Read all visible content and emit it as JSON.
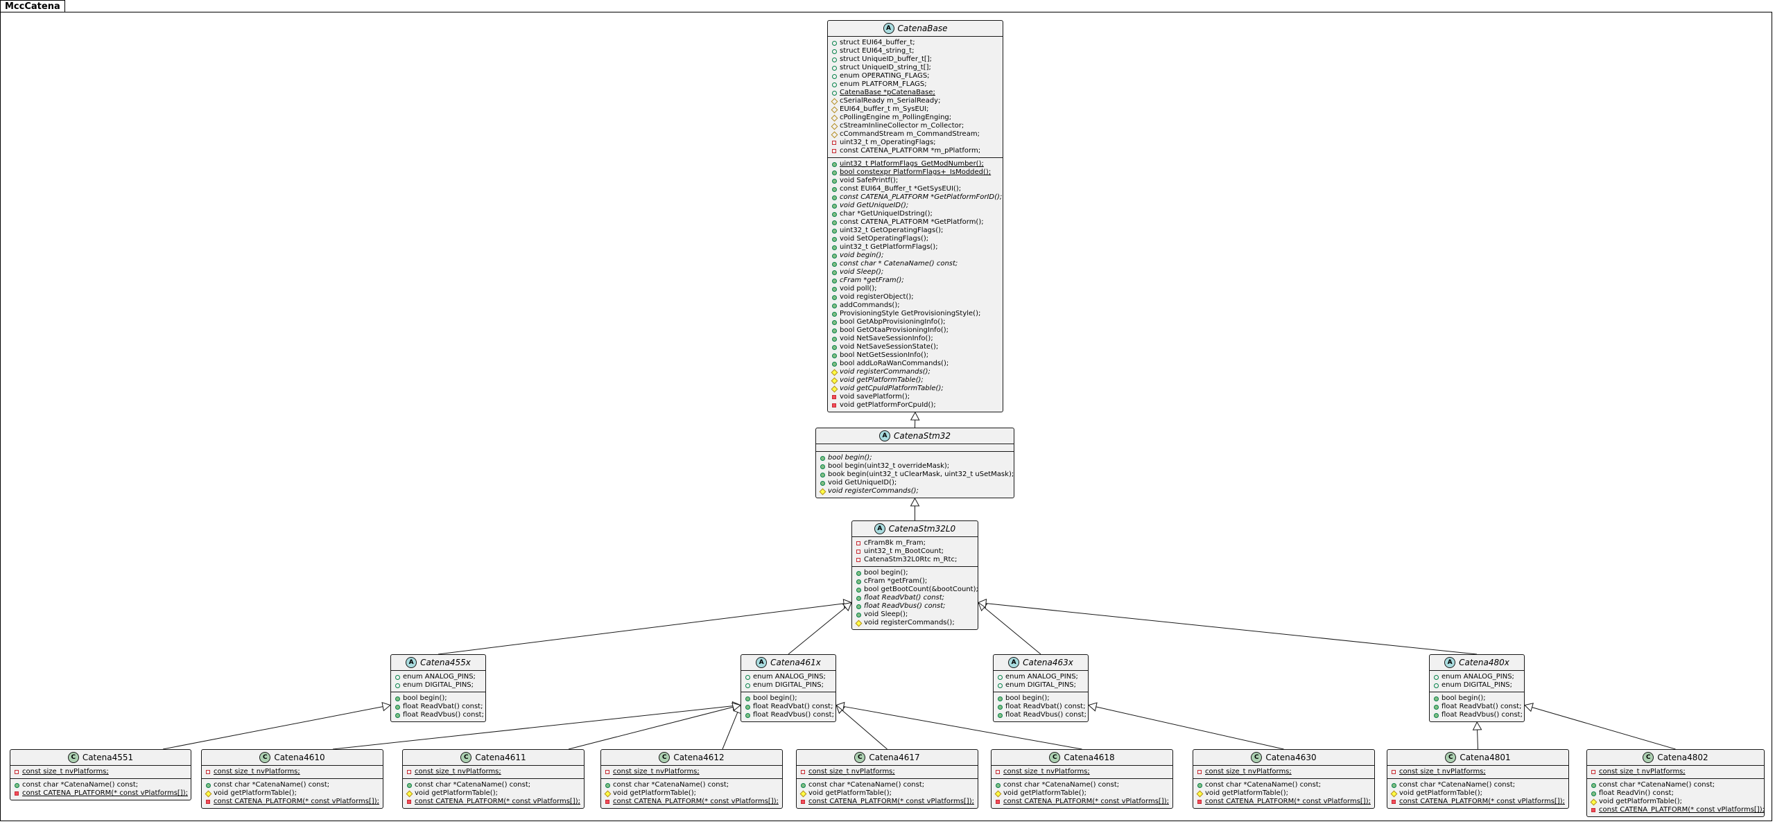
{
  "package": {
    "name": "MccCatena"
  },
  "classes": [
    {
      "id": "CatenaBase",
      "name": "CatenaBase",
      "kind": "abstract",
      "fields": [
        {
          "vis": "+",
          "text": "struct EUI64_buffer_t;"
        },
        {
          "vis": "+",
          "text": "struct EUI64_string_t;"
        },
        {
          "vis": "+",
          "text": "struct UniqueID_buffer_t[];"
        },
        {
          "vis": "+",
          "text": "struct UniqueID_string_t[];"
        },
        {
          "vis": "+",
          "text": "enum OPERATING_FLAGS;"
        },
        {
          "vis": "+",
          "text": "enum PLATFORM_FLAGS;"
        },
        {
          "vis": "+",
          "text": "CatenaBase *pCatenaBase;",
          "static": true
        },
        {
          "vis": "#",
          "text": "cSerialReady   m_SerialReady;"
        },
        {
          "vis": "#",
          "text": "EUI64_buffer_t m_SysEUI;"
        },
        {
          "vis": "#",
          "text": "cPollingEngine m_PollingEnging;"
        },
        {
          "vis": "#",
          "text": "cStreamInlineCollector m_Collector;"
        },
        {
          "vis": "#",
          "text": "cCommandStream m_CommandStream;"
        },
        {
          "vis": "-",
          "text": "uint32_t m_OperatingFlags;"
        },
        {
          "vis": "-",
          "text": "const CATENA_PLATFORM *m_pPlatform;"
        }
      ],
      "methods": [
        {
          "vis": "+",
          "text": "uint32_t PlatformFlags_GetModNumber();",
          "static": true
        },
        {
          "vis": "+",
          "text": "bool constexpr PlatformFlags+_IsModded();",
          "static": true
        },
        {
          "vis": "+",
          "text": "void SafePrintf();"
        },
        {
          "vis": "+",
          "text": "const EUI64_Buffer_t *GetSysEUI();"
        },
        {
          "vis": "+",
          "text": "const CATENA_PLATFORM *GetPlatformForID();",
          "abstract": true
        },
        {
          "vis": "+",
          "text": "void GetUniqueID();",
          "abstract": true
        },
        {
          "vis": "+",
          "text": "char *GetUniqueIDstring();"
        },
        {
          "vis": "+",
          "text": "const CATENA_PLATFORM *GetPlatform();"
        },
        {
          "vis": "+",
          "text": "uint32_t GetOperatingFlags();"
        },
        {
          "vis": "+",
          "text": "void SetOperatingFlags();"
        },
        {
          "vis": "+",
          "text": "uint32_t GetPlatformFlags();"
        },
        {
          "vis": "+",
          "text": "void begin();",
          "abstract": true
        },
        {
          "vis": "+",
          "text": "const char * CatenaName() const;",
          "abstract": true
        },
        {
          "vis": "+",
          "text": "void Sleep();",
          "abstract": true
        },
        {
          "vis": "+",
          "text": "cFram *getFram();",
          "abstract": true
        },
        {
          "vis": "+",
          "text": "void poll();"
        },
        {
          "vis": "+",
          "text": "void registerObject();"
        },
        {
          "vis": "+",
          "text": "addCommands();"
        },
        {
          "vis": "+",
          "text": "ProvisioningStyle GetProvisioningStyle();"
        },
        {
          "vis": "+",
          "text": "bool GetAbpProvisioningInfo();"
        },
        {
          "vis": "+",
          "text": "bool GetOtaaProvisioningInfo();"
        },
        {
          "vis": "+",
          "text": "void NetSaveSessionInfo();"
        },
        {
          "vis": "+",
          "text": "void NetSaveSessionState();"
        },
        {
          "vis": "+",
          "text": "bool NetGetSessionInfo();"
        },
        {
          "vis": "+",
          "text": "bool addLoRaWanCommands();"
        },
        {
          "vis": "#",
          "text": "void registerCommands();",
          "abstract": true
        },
        {
          "vis": "#",
          "text": "void getPlatformTable();",
          "abstract": true
        },
        {
          "vis": "#",
          "text": "void getCpuIdPlatformTable();",
          "abstract": true
        },
        {
          "vis": "-",
          "text": "void savePlatform();"
        },
        {
          "vis": "-",
          "text": "void getPlatformForCpuId();"
        }
      ]
    },
    {
      "id": "CatenaStm32",
      "name": "CatenaStm32",
      "kind": "abstract",
      "fields": [],
      "methods": [
        {
          "vis": "+",
          "text": "bool begin();",
          "abstract": true
        },
        {
          "vis": "+",
          "text": "bool begin(uint32_t overrideMask);"
        },
        {
          "vis": "+",
          "text": "book begin(uint32_t uClearMask, uint32_t uSetMask);"
        },
        {
          "vis": "+",
          "text": "void GetUniqueID();"
        },
        {
          "vis": "#",
          "text": "void registerCommands();",
          "abstract": true
        }
      ]
    },
    {
      "id": "CatenaStm32L0",
      "name": "CatenaStm32L0",
      "kind": "abstract",
      "fields": [
        {
          "vis": "-",
          "text": "cFram8k  m_Fram;"
        },
        {
          "vis": "-",
          "text": "uint32_t m_BootCount;"
        },
        {
          "vis": "-",
          "text": "CatenaStm32L0Rtc m_Rtc;"
        }
      ],
      "methods": [
        {
          "vis": "+",
          "text": "bool begin();"
        },
        {
          "vis": "+",
          "text": "cFram *getFram();"
        },
        {
          "vis": "+",
          "text": "bool getBootCount(&bootCount);"
        },
        {
          "vis": "+",
          "text": "float ReadVbat() const;",
          "abstract": true
        },
        {
          "vis": "+",
          "text": "float ReadVbus() const;",
          "abstract": true
        },
        {
          "vis": "+",
          "text": "void Sleep();"
        },
        {
          "vis": "#",
          "text": "void registerCommands();"
        }
      ]
    },
    {
      "id": "Catena455x",
      "name": "Catena455x",
      "kind": "abstract",
      "fields": [
        {
          "vis": "+",
          "text": "enum ANALOG_PINS;"
        },
        {
          "vis": "+",
          "text": "enum DIGITAL_PINS;"
        }
      ],
      "methods": [
        {
          "vis": "+",
          "text": "bool begin();"
        },
        {
          "vis": "+",
          "text": "float ReadVbat() const;"
        },
        {
          "vis": "+",
          "text": "float ReadVbus() const;"
        }
      ]
    },
    {
      "id": "Catena461x",
      "name": "Catena461x",
      "kind": "abstract",
      "fields": [
        {
          "vis": "+",
          "text": "enum ANALOG_PINS;"
        },
        {
          "vis": "+",
          "text": "enum DIGITAL_PINS;"
        }
      ],
      "methods": [
        {
          "vis": "+",
          "text": "bool begin();"
        },
        {
          "vis": "+",
          "text": "float ReadVbat() const;"
        },
        {
          "vis": "+",
          "text": "float ReadVbus() const;"
        }
      ]
    },
    {
      "id": "Catena463x",
      "name": "Catena463x",
      "kind": "abstract",
      "fields": [
        {
          "vis": "+",
          "text": "enum ANALOG_PINS;"
        },
        {
          "vis": "+",
          "text": "enum DIGITAL_PINS;"
        }
      ],
      "methods": [
        {
          "vis": "+",
          "text": "bool begin();"
        },
        {
          "vis": "+",
          "text": "float ReadVbat() const;"
        },
        {
          "vis": "+",
          "text": "float ReadVbus() const;"
        }
      ]
    },
    {
      "id": "Catena480x",
      "name": "Catena480x",
      "kind": "abstract",
      "fields": [
        {
          "vis": "+",
          "text": "enum ANALOG_PINS;"
        },
        {
          "vis": "+",
          "text": "enum DIGITAL_PINS;"
        }
      ],
      "methods": [
        {
          "vis": "+",
          "text": "bool begin();"
        },
        {
          "vis": "+",
          "text": "float ReadVbat() const;"
        },
        {
          "vis": "+",
          "text": "float ReadVbus() const;"
        }
      ]
    },
    {
      "id": "Catena4551",
      "name": "Catena4551",
      "kind": "class",
      "fields": [
        {
          "vis": "-",
          "text": "const size_t nvPlatforms;",
          "static": true
        }
      ],
      "methods": [
        {
          "vis": "+",
          "text": "const char *CatenaName() const;"
        },
        {
          "vis": "-",
          "text": "const CATENA_PLATFORM(* const vPlatforms[]);",
          "static": true
        }
      ]
    },
    {
      "id": "Catena4610",
      "name": "Catena4610",
      "kind": "class",
      "fields": [
        {
          "vis": "-",
          "text": "const size_t nvPlatforms;",
          "static": true
        }
      ],
      "methods": [
        {
          "vis": "+",
          "text": "const char *CatenaName() const;"
        },
        {
          "vis": "#",
          "text": "void getPlatformTable();"
        },
        {
          "vis": "-",
          "text": "const CATENA_PLATFORM(* const vPlatforms[]);",
          "static": true
        }
      ]
    },
    {
      "id": "Catena4611",
      "name": "Catena4611",
      "kind": "class",
      "fields": [
        {
          "vis": "-",
          "text": "const size_t nvPlatforms;",
          "static": true
        }
      ],
      "methods": [
        {
          "vis": "+",
          "text": "const char *CatenaName() const;"
        },
        {
          "vis": "#",
          "text": "void getPlatformTable();"
        },
        {
          "vis": "-",
          "text": "const CATENA_PLATFORM(* const vPlatforms[]);",
          "static": true
        }
      ]
    },
    {
      "id": "Catena4612",
      "name": "Catena4612",
      "kind": "class",
      "fields": [
        {
          "vis": "-",
          "text": "const size_t nvPlatforms;",
          "static": true
        }
      ],
      "methods": [
        {
          "vis": "+",
          "text": "const char *CatenaName() const;"
        },
        {
          "vis": "#",
          "text": "void getPlatformTable();"
        },
        {
          "vis": "-",
          "text": "const CATENA_PLATFORM(* const vPlatforms[]);",
          "static": true
        }
      ]
    },
    {
      "id": "Catena4617",
      "name": "Catena4617",
      "kind": "class",
      "fields": [
        {
          "vis": "-",
          "text": "const size_t nvPlatforms;",
          "static": true
        }
      ],
      "methods": [
        {
          "vis": "+",
          "text": "const char *CatenaName() const;"
        },
        {
          "vis": "#",
          "text": "void getPlatformTable();"
        },
        {
          "vis": "-",
          "text": "const CATENA_PLATFORM(* const vPlatforms[]);",
          "static": true
        }
      ]
    },
    {
      "id": "Catena4618",
      "name": "Catena4618",
      "kind": "class",
      "fields": [
        {
          "vis": "-",
          "text": "const size_t nvPlatforms;",
          "static": true
        }
      ],
      "methods": [
        {
          "vis": "+",
          "text": "const char *CatenaName() const;"
        },
        {
          "vis": "#",
          "text": "void getPlatformTable();"
        },
        {
          "vis": "-",
          "text": "const CATENA_PLATFORM(* const vPlatforms[]);",
          "static": true
        }
      ]
    },
    {
      "id": "Catena4630",
      "name": "Catena4630",
      "kind": "class",
      "fields": [
        {
          "vis": "-",
          "text": "const size_t nvPlatforms;",
          "static": true
        }
      ],
      "methods": [
        {
          "vis": "+",
          "text": "const char *CatenaName() const;"
        },
        {
          "vis": "#",
          "text": "void getPlatformTable();"
        },
        {
          "vis": "-",
          "text": "const CATENA_PLATFORM(* const vPlatforms[]);",
          "static": true
        }
      ]
    },
    {
      "id": "Catena4801",
      "name": "Catena4801",
      "kind": "class",
      "fields": [
        {
          "vis": "-",
          "text": "const size_t nvPlatforms;",
          "static": true
        }
      ],
      "methods": [
        {
          "vis": "+",
          "text": "const char *CatenaName() const;"
        },
        {
          "vis": "#",
          "text": "void getPlatformTable();"
        },
        {
          "vis": "-",
          "text": "const CATENA_PLATFORM(* const vPlatforms[]);",
          "static": true
        }
      ]
    },
    {
      "id": "Catena4802",
      "name": "Catena4802",
      "kind": "class",
      "fields": [
        {
          "vis": "-",
          "text": "const size_t nvPlatforms;",
          "static": true
        }
      ],
      "methods": [
        {
          "vis": "+",
          "text": "const char *CatenaName() const;"
        },
        {
          "vis": "+",
          "text": "float ReadVin() const;"
        },
        {
          "vis": "#",
          "text": "void getPlatformTable();"
        },
        {
          "vis": "-",
          "text": "const CATENA_PLATFORM(* const vPlatforms[]);",
          "static": true
        }
      ]
    }
  ],
  "inheritance": [
    {
      "child": "CatenaStm32",
      "parent": "CatenaBase"
    },
    {
      "child": "CatenaStm32L0",
      "parent": "CatenaStm32"
    },
    {
      "child": "Catena455x",
      "parent": "CatenaStm32L0"
    },
    {
      "child": "Catena461x",
      "parent": "CatenaStm32L0"
    },
    {
      "child": "Catena463x",
      "parent": "CatenaStm32L0"
    },
    {
      "child": "Catena480x",
      "parent": "CatenaStm32L0"
    },
    {
      "child": "Catena4551",
      "parent": "Catena455x"
    },
    {
      "child": "Catena4610",
      "parent": "Catena461x"
    },
    {
      "child": "Catena4611",
      "parent": "Catena461x"
    },
    {
      "child": "Catena4612",
      "parent": "Catena461x"
    },
    {
      "child": "Catena4617",
      "parent": "Catena461x"
    },
    {
      "child": "Catena4618",
      "parent": "Catena461x"
    },
    {
      "child": "Catena4630",
      "parent": "Catena463x"
    },
    {
      "child": "Catena4801",
      "parent": "Catena480x"
    },
    {
      "child": "Catena4802",
      "parent": "Catena480x"
    }
  ]
}
